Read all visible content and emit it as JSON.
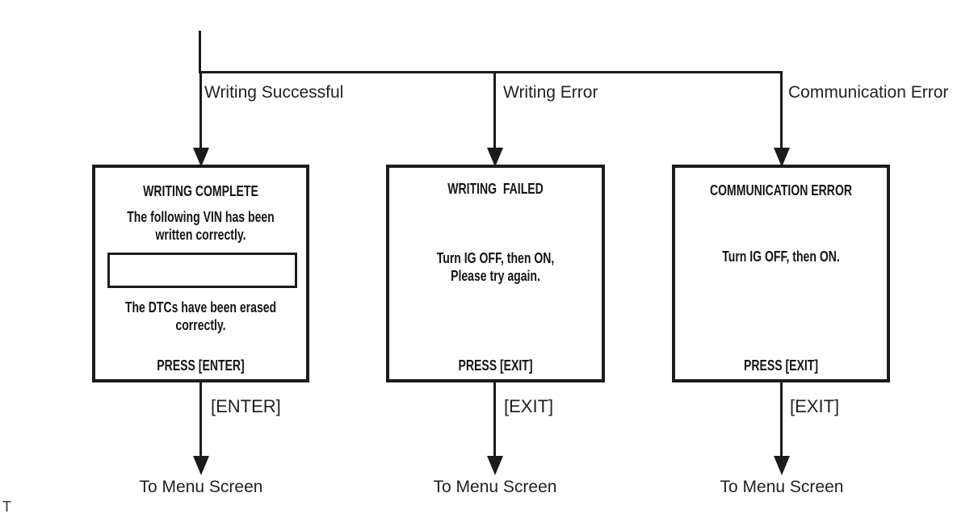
{
  "figure": {
    "corner_label": "T",
    "colors": {
      "line": "#1b1b1b",
      "text": "#1c1c1c",
      "background": "#ffffff"
    },
    "branches": [
      {
        "label": "Writing Successful",
        "screen": {
          "title": "WRITING COMPLETE",
          "message_top": "The following VIN has been\nwritten correctly.",
          "vin_field_value": "",
          "message_bottom": "The DTCs have been erased\ncorrectly.",
          "press": "PRESS [ENTER]"
        },
        "key": "[ENTER]",
        "destination": "To Menu Screen"
      },
      {
        "label": "Writing Error",
        "screen": {
          "title": "WRITING  FAILED",
          "message": "Turn IG OFF, then ON,\nPlease try again.",
          "press": "PRESS [EXIT]"
        },
        "key": "[EXIT]",
        "destination": "To Menu Screen"
      },
      {
        "label": "Communication Error",
        "screen": {
          "title": "COMMUNICATION ERROR",
          "message": "Turn IG OFF, then ON.",
          "press": "PRESS [EXIT]"
        },
        "key": "[EXIT]",
        "destination": "To Menu Screen"
      }
    ]
  }
}
